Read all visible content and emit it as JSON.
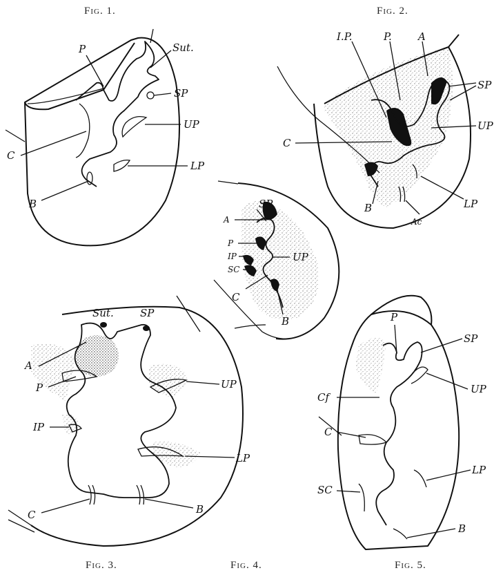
{
  "captions": {
    "fig1": "Fig. 1.",
    "fig2": "Fig. 2.",
    "fig3": "Fig. 3.",
    "fig4": "Fig. 4.",
    "fig5": "Fig. 5."
  },
  "fig1": {
    "labels": {
      "p": "P",
      "sut": "Sut.",
      "sp": "SP",
      "up": "UP",
      "c": "C",
      "lp": "LP",
      "b": "B"
    }
  },
  "fig2": {
    "labels": {
      "ip": "I.P.",
      "p": "P.",
      "a": "A",
      "sp": "SP",
      "up": "UP",
      "c": "C",
      "lp": "LP",
      "b": "B",
      "ac": "Ac"
    }
  },
  "fig3": {
    "labels": {
      "sut": "Sut.",
      "sp": "SP",
      "a": "A",
      "p": "P",
      "up": "UP",
      "ip": "IP",
      "lp": "LP",
      "c": "C",
      "b": "B"
    }
  },
  "fig4": {
    "labels": {
      "sp": "SP",
      "a": "A",
      "p": "P",
      "ip": "IP",
      "sc": "SC",
      "up": "UP",
      "c": "C",
      "b": "B"
    }
  },
  "fig5": {
    "labels": {
      "p": "P",
      "sp": "SP",
      "cf": "Cf",
      "up": "UP",
      "c": "C",
      "lp": "LP",
      "sc": "SC",
      "b": "B"
    }
  }
}
